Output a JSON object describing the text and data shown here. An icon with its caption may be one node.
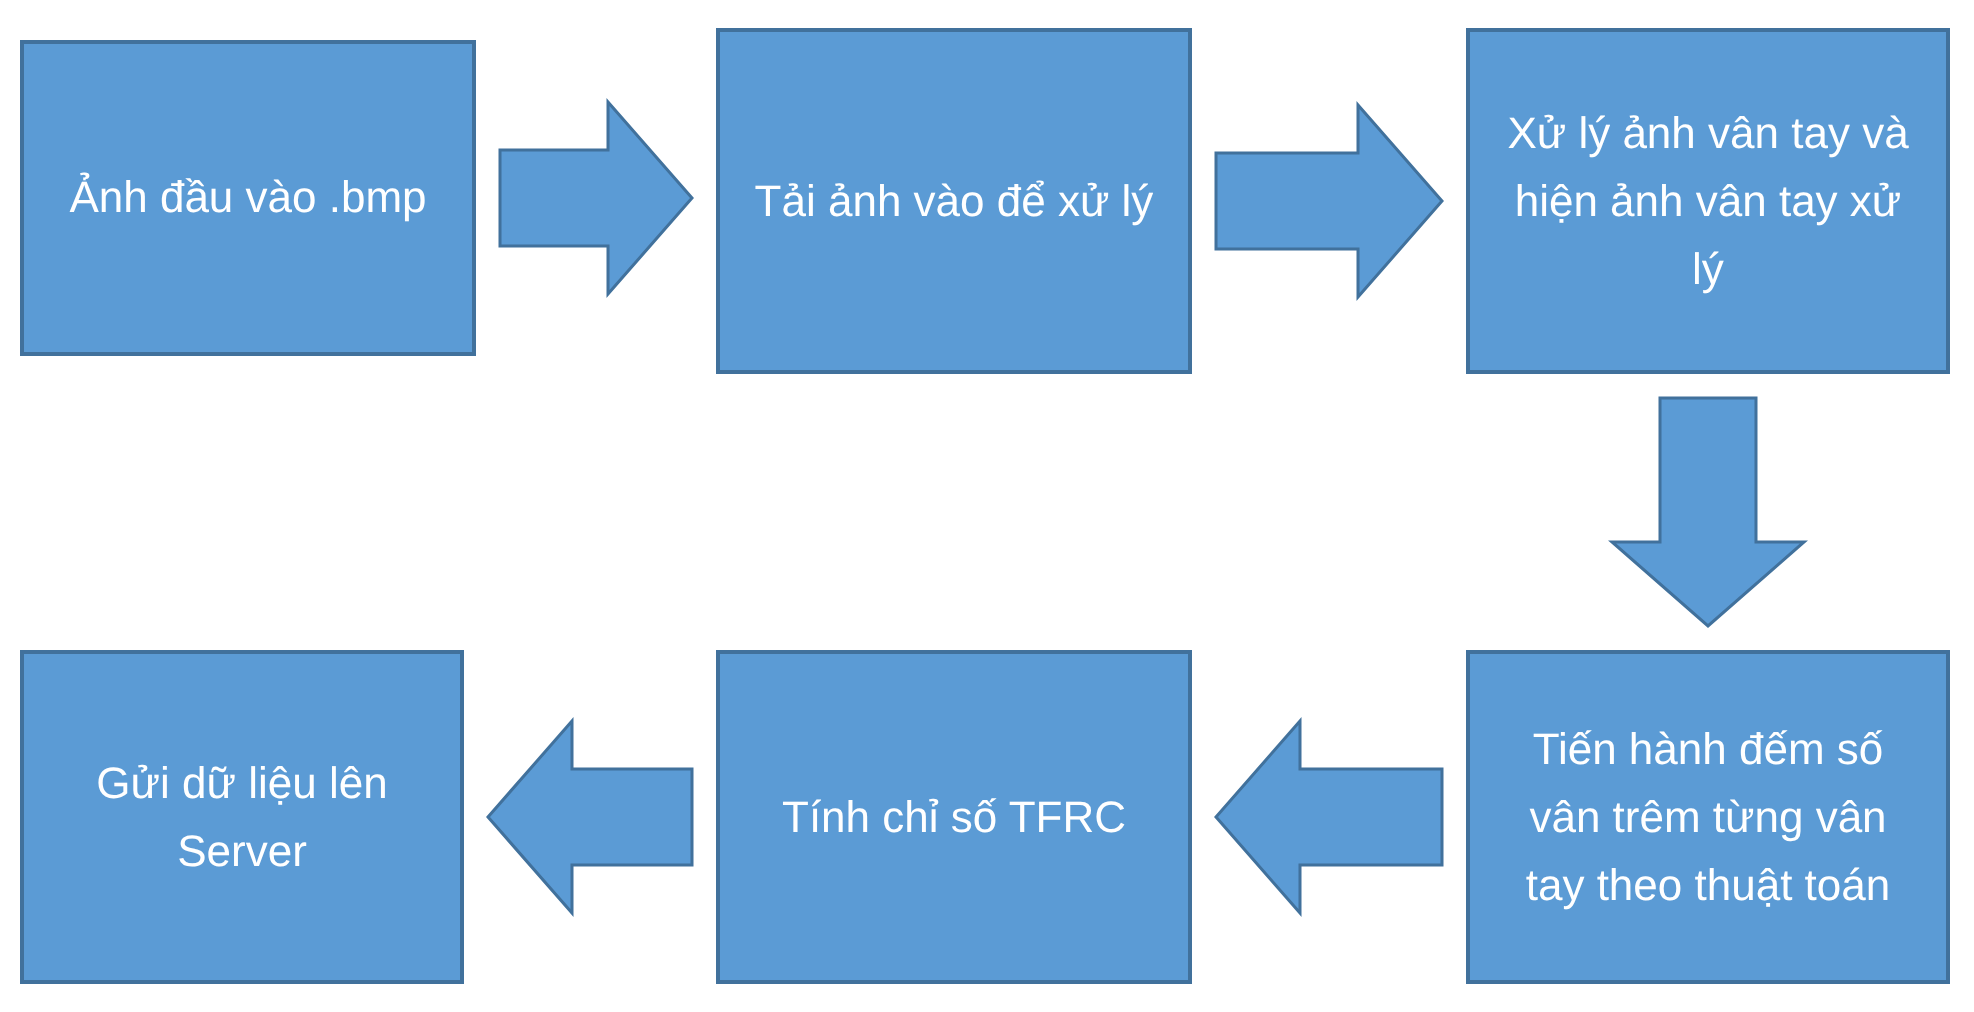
{
  "diagram": {
    "nodes": [
      {
        "text": [
          "Ảnh đầu vào .bmp"
        ]
      },
      {
        "text": [
          "Tải ảnh vào để xử lý"
        ]
      },
      {
        "text": [
          "Xử lý ảnh vân tay và hiện ảnh vân tay xử lý"
        ]
      },
      {
        "text": [
          "Tiến hành đếm số vân trêm từng vân tay theo thuật toán"
        ]
      },
      {
        "text": [
          "Tính chỉ số TFRC"
        ]
      },
      {
        "text": [
          "Gửi dữ liệu lên Server"
        ]
      }
    ],
    "edges": [
      {
        "from": 0,
        "to": 1,
        "arrow": "to"
      },
      {
        "from": 1,
        "to": 2,
        "arrow": "to"
      },
      {
        "from": 2,
        "to": 3,
        "arrow": "to"
      },
      {
        "from": 3,
        "to": 4,
        "arrow": "to"
      },
      {
        "from": 4,
        "to": 5,
        "arrow": "to"
      }
    ]
  }
}
